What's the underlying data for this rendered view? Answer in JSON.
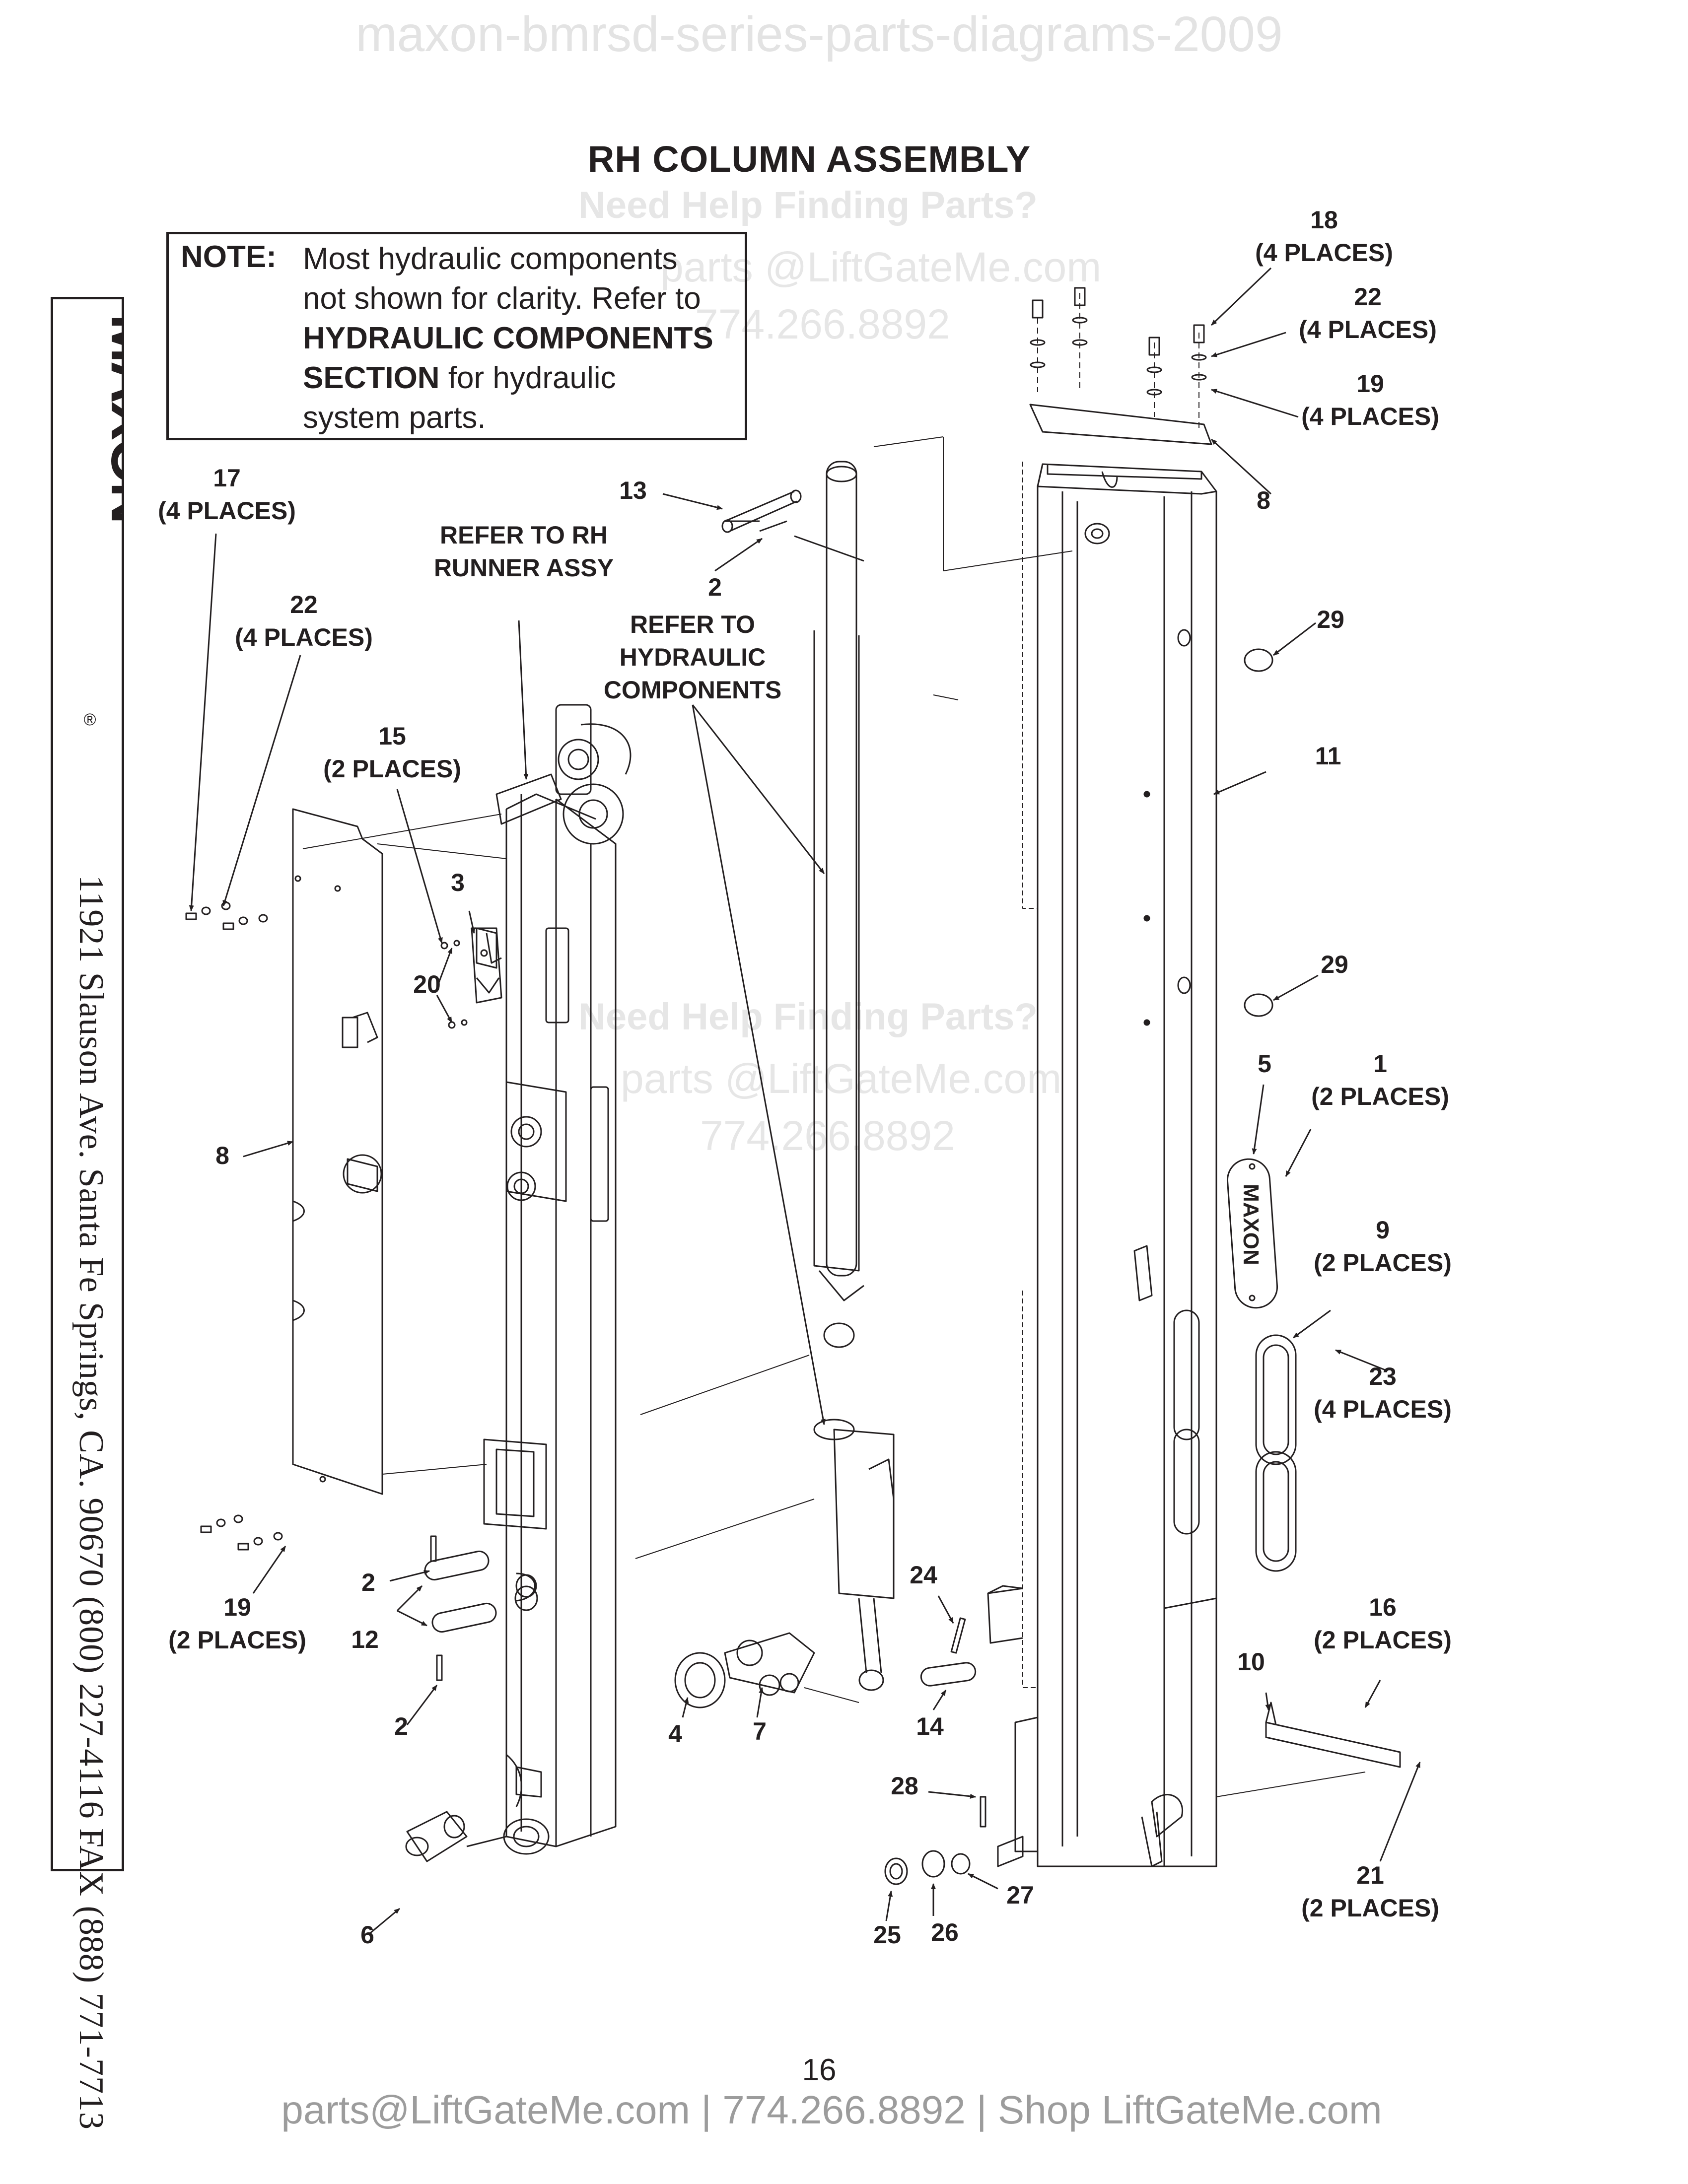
{
  "watermark": {
    "top": "maxon-bmrsd-series-parts-diagrams-2009",
    "help": "Need Help Finding Parts?",
    "email": "parts @LiftGateMe.com",
    "phone": "774.266.8892"
  },
  "title": "RH COLUMN ASSEMBLY",
  "note": {
    "label": "NOTE:",
    "line1": "Most hydraulic components",
    "line2": "not shown for clarity. Refer to",
    "line3": "HYDRAULIC COMPONENTS",
    "line4_bold": "SECTION",
    "line4_rest": " for hydraulic",
    "line5": "system parts."
  },
  "sidebar": {
    "logo_text": "MAXON",
    "registered": "®",
    "address": "11921 Slauson Ave.  Santa Fe Springs, CA.  90670  (800) 227-4116  FAX (888) 771-7713"
  },
  "callouts": {
    "c18": "18",
    "c18q": "(4 PLACES)",
    "c22r": "22",
    "c22rq": "(4 PLACES)",
    "c19r": "19",
    "c19rq": "(4 PLACES)",
    "c8r": "8",
    "c29a": "29",
    "c29b": "29",
    "c11": "11",
    "c5": "5",
    "c1": "1",
    "c1q": "(2 PLACES)",
    "c9": "9",
    "c9q": "(2 PLACES)",
    "c23": "23",
    "c23q": "(4 PLACES)",
    "c16": "16",
    "c16q": "(2 PLACES)",
    "c10": "10",
    "c21": "21",
    "c21q": "(2 PLACES)",
    "c17": "17",
    "c17q": "(4 PLACES)",
    "c22l": "22",
    "c22lq": "(4 PLACES)",
    "c15": "15",
    "c15q": "(2 PLACES)",
    "c3": "3",
    "c20": "20",
    "c8l": "8",
    "c19l": "19",
    "c19lq": "(2 PLACES)",
    "c2a": "2",
    "c2b": "2",
    "c2c": "2",
    "c12": "12",
    "c6": "6",
    "c13": "13",
    "c4": "4",
    "c7": "7",
    "c14": "14",
    "c24": "24",
    "c28": "28",
    "c25": "25",
    "c26": "26",
    "c27": "27",
    "refer_runner_1": "REFER TO RH",
    "refer_runner_2": "RUNNER ASSY",
    "refer_hyd_1": "REFER TO",
    "refer_hyd_2": "HYDRAULIC",
    "refer_hyd_3": "COMPONENTS"
  },
  "plate_logo": "MAXON",
  "page_number": "16",
  "footer": "parts@LiftGateMe.com | 774.266.8892 | Shop LiftGateMe.com"
}
